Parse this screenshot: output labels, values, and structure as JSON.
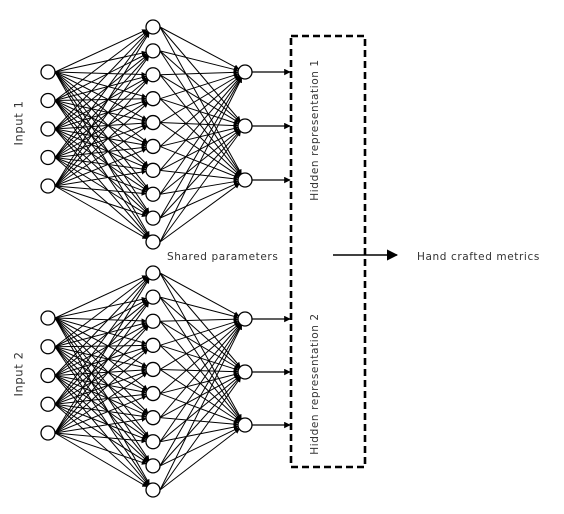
{
  "labels": {
    "input_1": "Input 1",
    "input_2": "Input 2",
    "shared_parameters": "Shared parameters",
    "hidden_representation_1": "Hidden representation 1",
    "hidden_representation_2": "Hidden representation 2",
    "hand_crafted_metrics": "Hand crafted metrics"
  },
  "networks": [
    {
      "input_nodes": 5,
      "hidden_nodes": 10,
      "output_nodes": 3
    },
    {
      "input_nodes": 5,
      "hidden_nodes": 10,
      "output_nodes": 3
    }
  ]
}
